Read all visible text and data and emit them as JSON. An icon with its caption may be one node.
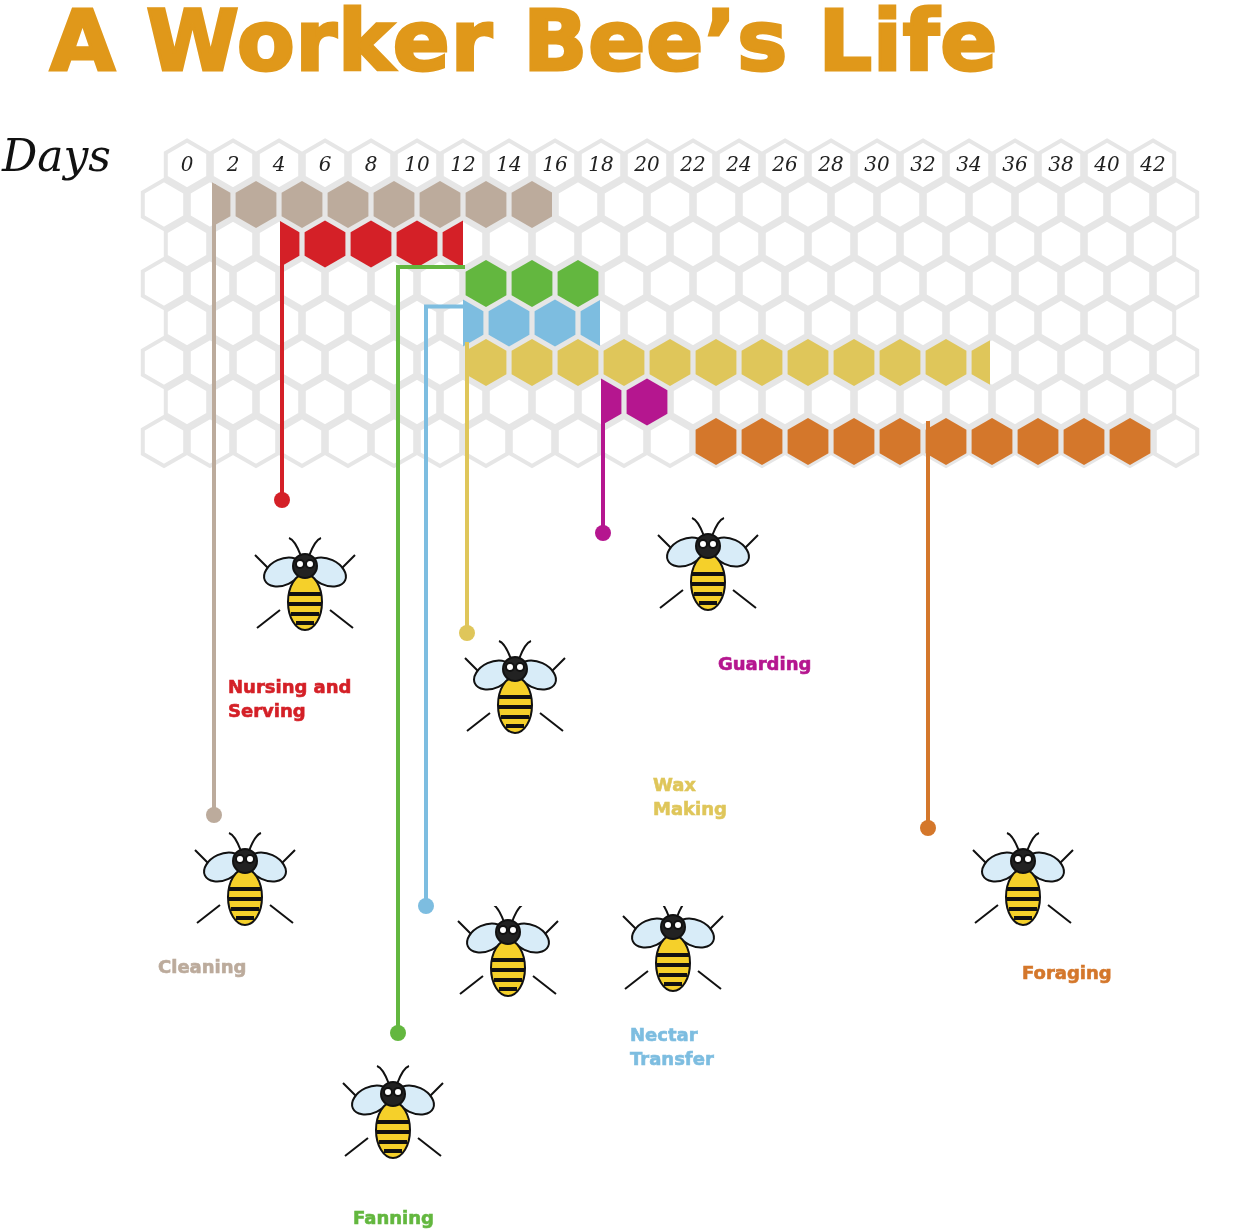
{
  "diagram": {
    "title": "A Worker Bee’s Life",
    "nodes": [
      {
        "text": [],
        "shape": "bar"
      },
      {
        "text": [],
        "shape": "bar"
      },
      {
        "text": [],
        "shape": "bar"
      },
      {
        "text": [],
        "shape": "bar"
      },
      {
        "text": [],
        "shape": "bar"
      },
      {
        "text": [],
        "shape": "bar"
      },
      {
        "text": [],
        "shape": "bar"
      },
      {
        "text": [
          "Cleaning"
        ]
      },
      {
        "text": [
          "Nursing and Serving"
        ]
      },
      {
        "text": [
          "Fanning"
        ]
      },
      {
        "text": [
          "Nectar Transfer"
        ]
      },
      {
        "text": [
          "Wax Making"
        ]
      },
      {
        "text": [
          "Guarding"
        ]
      },
      {
        "text": [
          "Foraging"
        ]
      }
    ],
    "edges": [
      {
        "from": 0,
        "to": 7,
        "arrow": "other",
        "color": "#bcab9c"
      },
      {
        "from": 1,
        "to": 8,
        "arrow": "other",
        "color": "#d42027"
      },
      {
        "from": 2,
        "to": 9,
        "arrow": "other",
        "color": "#63b73f"
      },
      {
        "from": 3,
        "to": 10,
        "arrow": "other",
        "color": "#7dbde0"
      },
      {
        "from": 4,
        "to": 11,
        "arrow": "other",
        "color": "#dfc65a"
      },
      {
        "from": 5,
        "to": 12,
        "arrow": "other",
        "color": "#b5168f"
      },
      {
        "from": 6,
        "to": 13,
        "arrow": "other",
        "color": "#d4772b"
      }
    ],
    "labels": [
      "Days",
      "0",
      "2",
      "4",
      "6",
      "8",
      "10",
      "12",
      "14",
      "16",
      "18",
      "20",
      "22",
      "24",
      "26",
      "28",
      "30",
      "32",
      "34",
      "36",
      "38",
      "40",
      "42"
    ]
  }
}
